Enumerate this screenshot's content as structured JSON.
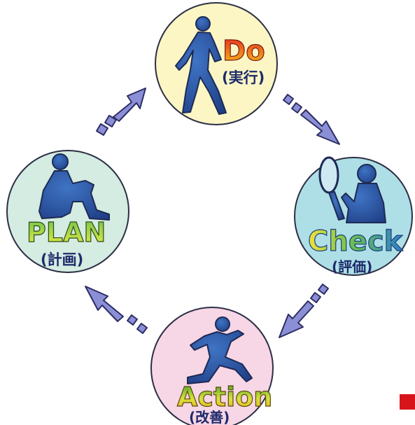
{
  "stages": {
    "do": {
      "word": "Do",
      "sub": "(実行)"
    },
    "check": {
      "word": "Check",
      "sub": "(評価)"
    },
    "action": {
      "word": "Action",
      "sub": "(改善)"
    },
    "plan": {
      "word": "PLAN",
      "sub": "(計画)"
    }
  },
  "colors": {
    "do_circle": "#fbf6c4",
    "check_circle": "#aedfe6",
    "action_circle": "#f7d6e5",
    "plan_circle": "#d4ece1",
    "circle_outline": "#2c2f45",
    "figure": "#2d5aa0",
    "figure_outline": "#1e2a55",
    "arrow": "#8a8fd6",
    "arrow_outline": "#2e2e66",
    "accent_square": "#d8141b"
  },
  "icons": [
    "walking-person-icon",
    "magnifier-person-icon",
    "running-person-icon",
    "sitting-person-icon",
    "cycle-arrow-icon"
  ]
}
